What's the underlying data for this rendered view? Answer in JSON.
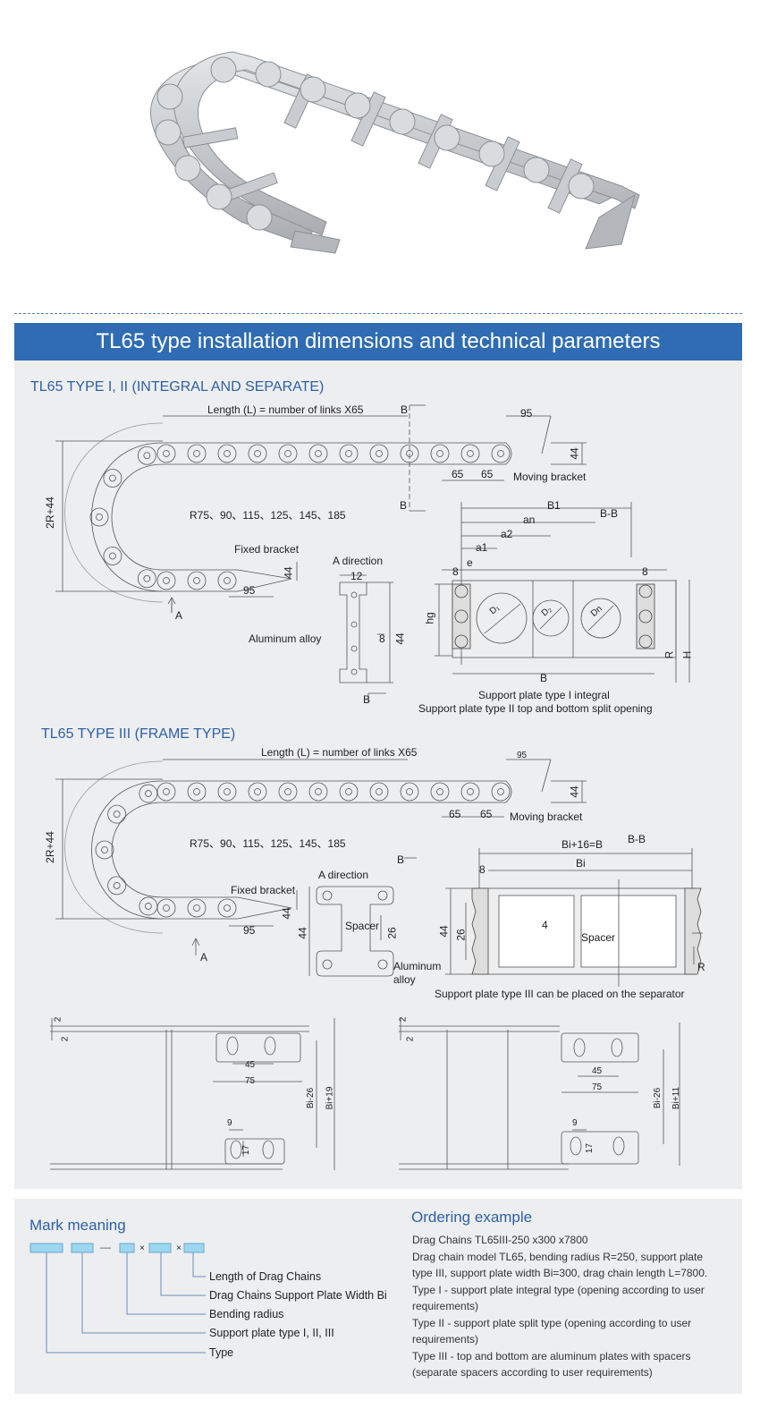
{
  "banner_title": "TL65 type installation dimensions and technical parameters",
  "section1": {
    "heading": "TL65 TYPE I, II (INTEGRAL AND SEPARATE)",
    "length_label": "Length (L) = number of links X65",
    "dim_95": "95",
    "dim_44": "44",
    "dim_65a": "65",
    "dim_65b": "65",
    "moving_bracket": "Moving bracket",
    "height_2r": "2R+44",
    "radii": "R75、90、115、125、145、185",
    "fixed_bracket": "Fixed bracket",
    "fixed_44": "44",
    "fixed_95": "95",
    "arrow_a": "A",
    "section_b_top": "B",
    "section_b_mid": "B",
    "a_direction": "A direction",
    "a_12": "12",
    "a_8": "8",
    "a_44": "44",
    "aluminum_alloy": "Aluminum alloy",
    "section_b_bottom": "B",
    "bb": {
      "b1": "B1",
      "bb_label": "B-B",
      "an": "an",
      "a2": "a2",
      "a1": "a1",
      "e": "e",
      "dim_8_left": "8",
      "dim_8_right": "8",
      "hg": "hg",
      "d1": "D₁",
      "d2": "D₂",
      "dn": "Dn",
      "b": "B",
      "r": "R",
      "h": "H",
      "caption1": "Support plate type I integral",
      "caption2": "Support plate type II top and bottom split opening"
    }
  },
  "section2": {
    "heading": "TL65 TYPE III  (FRAME TYPE)",
    "length_label": "Length (L) = number of links X65",
    "dim_95": "95",
    "dim_44": "44",
    "dim_65a": "65",
    "dim_65b": "65",
    "moving_bracket": "Moving bracket",
    "height_2r": "2R+44",
    "radii": "R75、90、115、125、145、185",
    "fixed_bracket": "Fixed bracket",
    "fixed_44": "44",
    "fixed_95": "95",
    "arrow_a": "A",
    "section_b": "B",
    "a_direction": "A direction",
    "spacer": "Spacer",
    "dim_26": "26",
    "aluminum": "Aluminum",
    "alloy": "alloy",
    "frame": {
      "bi16": "Bi+16=B",
      "bb": "B-B",
      "dim_8": "8",
      "bi": "Bi",
      "dim_44": "44",
      "dim_26": "26",
      "dim_4": "4",
      "spacer": "Spacer",
      "r": "R",
      "caption": "Support plate type III can be placed on the separator"
    }
  },
  "brackets": {
    "left": {
      "d2a": "2",
      "d2b": "2",
      "d45": "45",
      "d75": "75",
      "bi26": "Bi-26",
      "bi19": "Bi+19",
      "d9": "9",
      "d17": "17"
    },
    "right": {
      "d2a": "2",
      "d2b": "2",
      "d45": "45",
      "d75": "75",
      "bi26": "Bi-26",
      "bi11": "Bi+11",
      "d9": "9",
      "d17": "17"
    }
  },
  "mark": {
    "title": "Mark meaning",
    "sep1": "—",
    "sep2": "×",
    "sep3": "×",
    "items": [
      "Length of Drag Chains",
      "Drag Chains Support Plate Width Bi",
      "Bending radius",
      "Support plate type I, II, III",
      "Type"
    ]
  },
  "ordering": {
    "title": "Ordering example",
    "lines": [
      "Drag Chains TL65III-250 x300 x7800",
      "Drag chain model TL65, bending radius R=250, support plate",
      "type III, support plate width Bi=300, drag chain length L=7800.",
      "Type I - support plate integral type (opening according to user",
      "requirements)",
      "Type II - support plate split type (opening according to user",
      "requirements)",
      "Type III - top and bottom are aluminum plates with spacers",
      "(separate spacers according to user requirements)"
    ]
  },
  "colors": {
    "banner": "#2f6cb3",
    "heading": "#2e5fa5",
    "panel": "#edeef0",
    "markbox": "#9dd6f0"
  }
}
